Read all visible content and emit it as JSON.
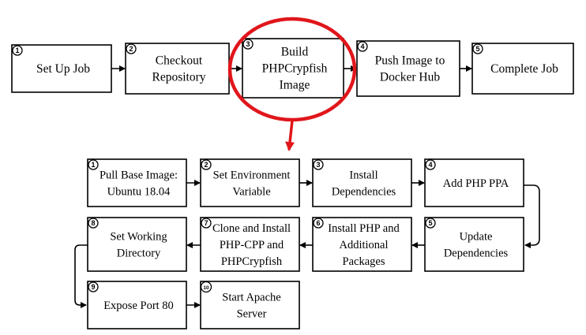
{
  "accent_color": "#e0161b",
  "top_steps": [
    {
      "num": "1",
      "lines": [
        "Set Up Job"
      ]
    },
    {
      "num": "2",
      "lines": [
        "Checkout",
        "Repository"
      ]
    },
    {
      "num": "3",
      "lines": [
        "Build",
        "PHPCrypfish",
        "Image"
      ]
    },
    {
      "num": "4",
      "lines": [
        "Push Image to",
        "Docker Hub"
      ]
    },
    {
      "num": "5",
      "lines": [
        "Complete Job"
      ]
    }
  ],
  "sub_steps": [
    {
      "num": "1",
      "lines": [
        "Pull Base Image:",
        "Ubuntu 18.04"
      ]
    },
    {
      "num": "2",
      "lines": [
        "Set Environment",
        "Variable"
      ]
    },
    {
      "num": "3",
      "lines": [
        "Install",
        "Dependencies"
      ]
    },
    {
      "num": "4",
      "lines": [
        "Add PHP PPA"
      ]
    },
    {
      "num": "5",
      "lines": [
        "Update",
        "Dependencies"
      ]
    },
    {
      "num": "6",
      "lines": [
        "Install PHP and",
        "Additional",
        "Packages"
      ]
    },
    {
      "num": "7",
      "lines": [
        "Clone and Install",
        "PHP-CPP and",
        "PHPCrypfish"
      ]
    },
    {
      "num": "8",
      "lines": [
        "Set Working",
        "Directory"
      ]
    },
    {
      "num": "9",
      "lines": [
        "Expose Port 80"
      ]
    },
    {
      "num": "10",
      "lines": [
        "Start Apache",
        "Server"
      ]
    }
  ]
}
